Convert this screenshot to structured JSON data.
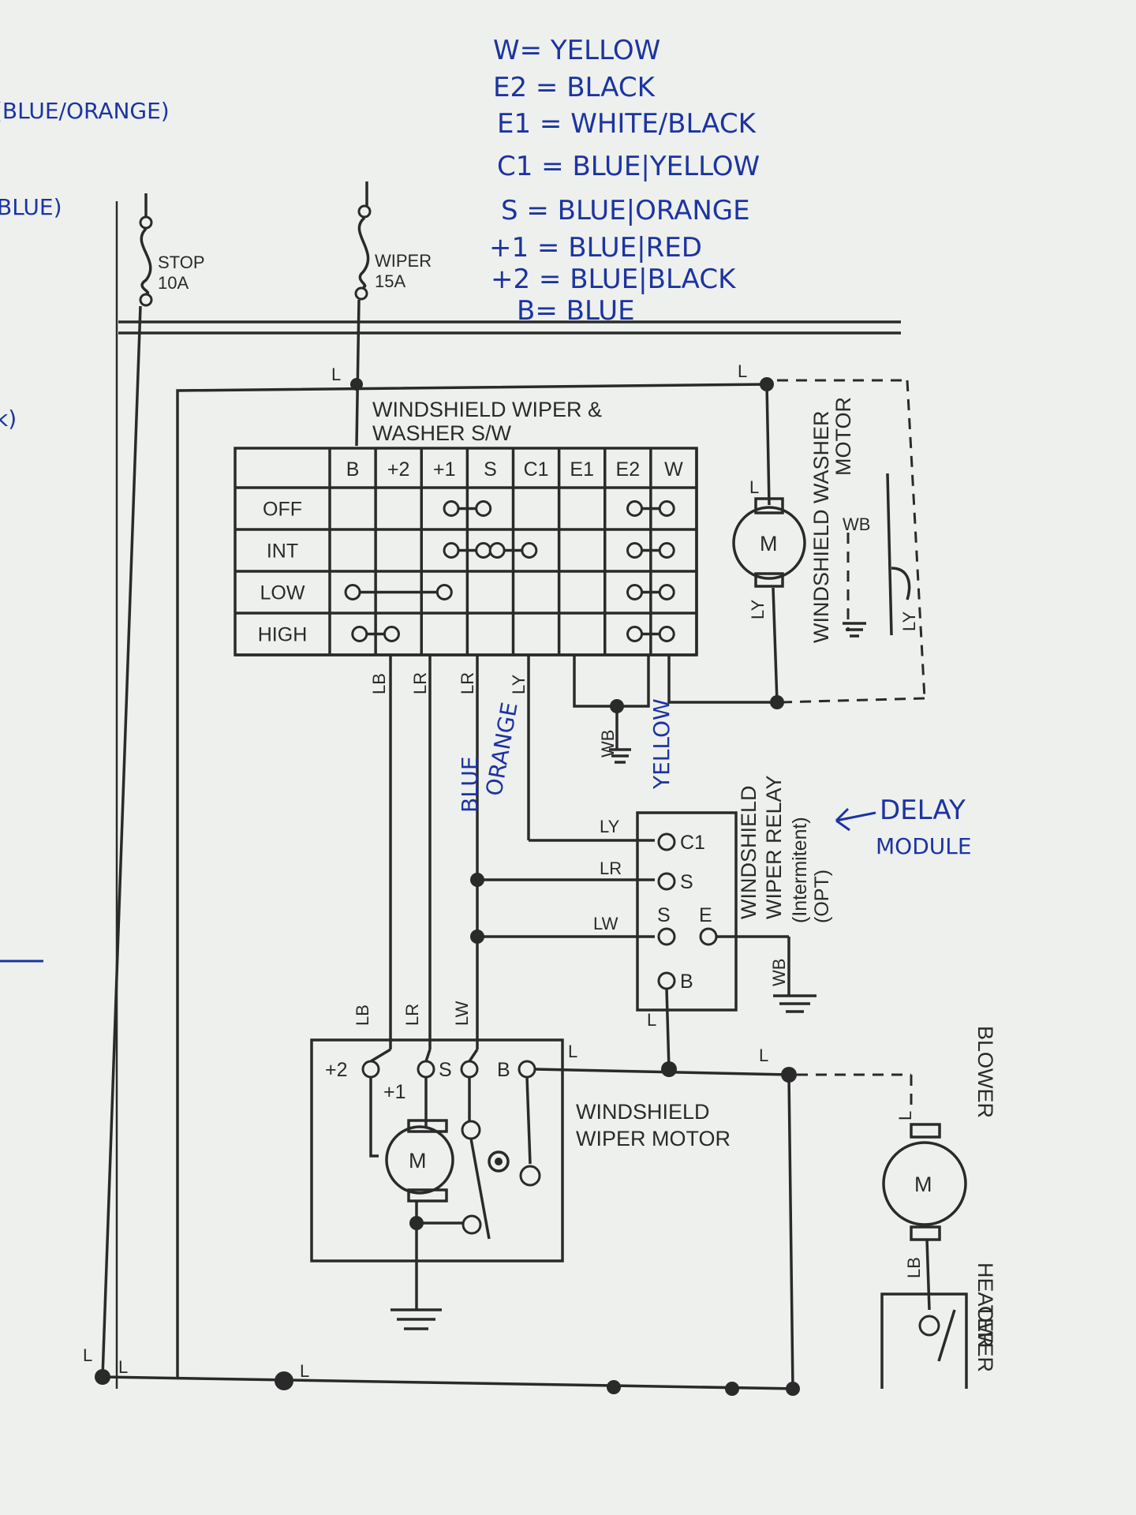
{
  "legend": [
    "W= YELLOW",
    "E2 = BLACK",
    "E1 = WHITE/BLACK",
    "C1 = BLUE|YELLOW",
    "S = BLUE|ORANGE",
    "+1 = BLUE|RED",
    "+2 = BLUE|BLACK",
    "B= BLUE"
  ],
  "margin_notes": [
    "(BLUE/ORANGE)",
    "BLUE)",
    "k)"
  ],
  "fuses": [
    {
      "name": "STOP",
      "rating": "10A"
    },
    {
      "name": "WIPER",
      "rating": "15A"
    }
  ],
  "switch": {
    "title_line1": "WINDSHIELD WIPER &",
    "title_line2": "WASHER S/W",
    "columns": [
      "B",
      "+2",
      "+1",
      "S",
      "C1",
      "E1",
      "E2",
      "W"
    ],
    "rows": [
      "OFF",
      "INT",
      "LOW",
      "HIGH"
    ],
    "wire_labels": [
      "LB",
      "LR",
      "LR",
      "LY",
      "WB",
      "LW"
    ]
  },
  "washer_motor": {
    "title_line1": "WINDSHIELD WASHER",
    "title_line2": "MOTOR",
    "symbol": "M",
    "wire_labels": [
      "L",
      "LY",
      "WB",
      "LY"
    ]
  },
  "relay": {
    "title_line1": "WINDSHIELD",
    "title_line2": "WIPER RELAY",
    "title_line3": "(Intermitent)",
    "title_line4": "(OPT)",
    "terminals": [
      "C1",
      "S",
      "E",
      "B"
    ],
    "wire_labels": [
      "LY",
      "LR",
      "LW",
      "WB",
      "L"
    ]
  },
  "wiper_motor": {
    "title_line1": "WINDSHIELD",
    "title_line2": "WIPER MOTOR",
    "symbol": "M",
    "terminals": [
      "+2",
      "+1",
      "S",
      "B"
    ],
    "wire_labels": [
      "LB",
      "LR",
      "LW"
    ]
  },
  "blower": {
    "title_line1": "HEATER",
    "title_line2": "BLOWER",
    "symbol": "M",
    "wire_labels": [
      "L",
      "LB"
    ],
    "switch_label": "OWER"
  },
  "annotations": {
    "blue_orange_1": "BLUE",
    "blue_orange_2": "ORANGE",
    "yellow": "YELLOW",
    "delay_1": "DELAY",
    "delay_2": "MODULE"
  },
  "wire_L": "L"
}
